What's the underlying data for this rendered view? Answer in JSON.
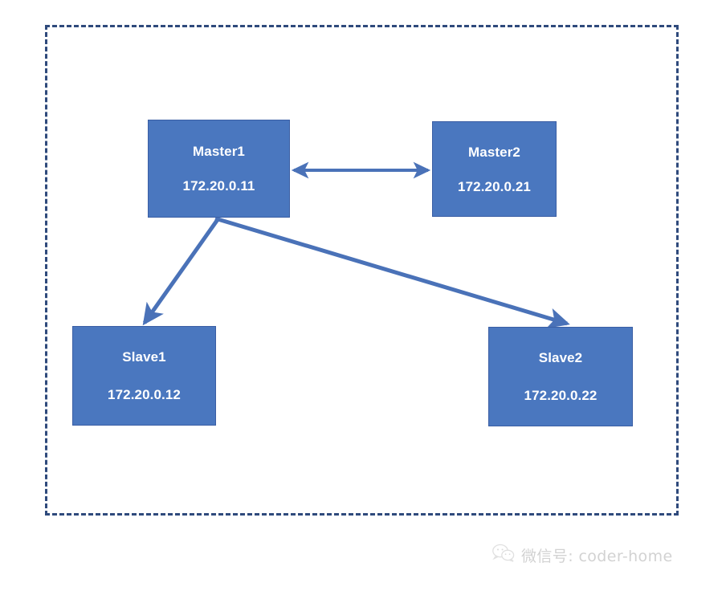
{
  "diagram": {
    "type": "network-topology",
    "frame": {
      "name": "outer-boundary",
      "style": "dashed",
      "color": "#2f4a7c"
    },
    "node_style": {
      "fill": "#4a77bf",
      "border": "#3a5ea4",
      "text_color": "#ffffff"
    },
    "connector_color": "#4a72b8",
    "nodes": [
      {
        "id": "master1",
        "title": "Master1",
        "ip": "172.20.0.11"
      },
      {
        "id": "master2",
        "title": "Master2",
        "ip": "172.20.0.21"
      },
      {
        "id": "slave1",
        "title": "Slave1",
        "ip": "172.20.0.12"
      },
      {
        "id": "slave2",
        "title": "Slave2",
        "ip": "172.20.0.22"
      }
    ],
    "connections": [
      {
        "id": "master1-master2",
        "from": "master1",
        "to": "master2",
        "arrows": "both",
        "label": ""
      },
      {
        "id": "master1-slave1",
        "from": "master1",
        "to": "slave1",
        "arrows": "to",
        "label": ""
      },
      {
        "id": "master1-slave2",
        "from": "master1",
        "to": "slave2",
        "arrows": "to",
        "label": ""
      }
    ]
  },
  "watermark": {
    "icon": "wechat-icon",
    "text": "微信号: coder-home",
    "color": "#d2d2d2"
  }
}
